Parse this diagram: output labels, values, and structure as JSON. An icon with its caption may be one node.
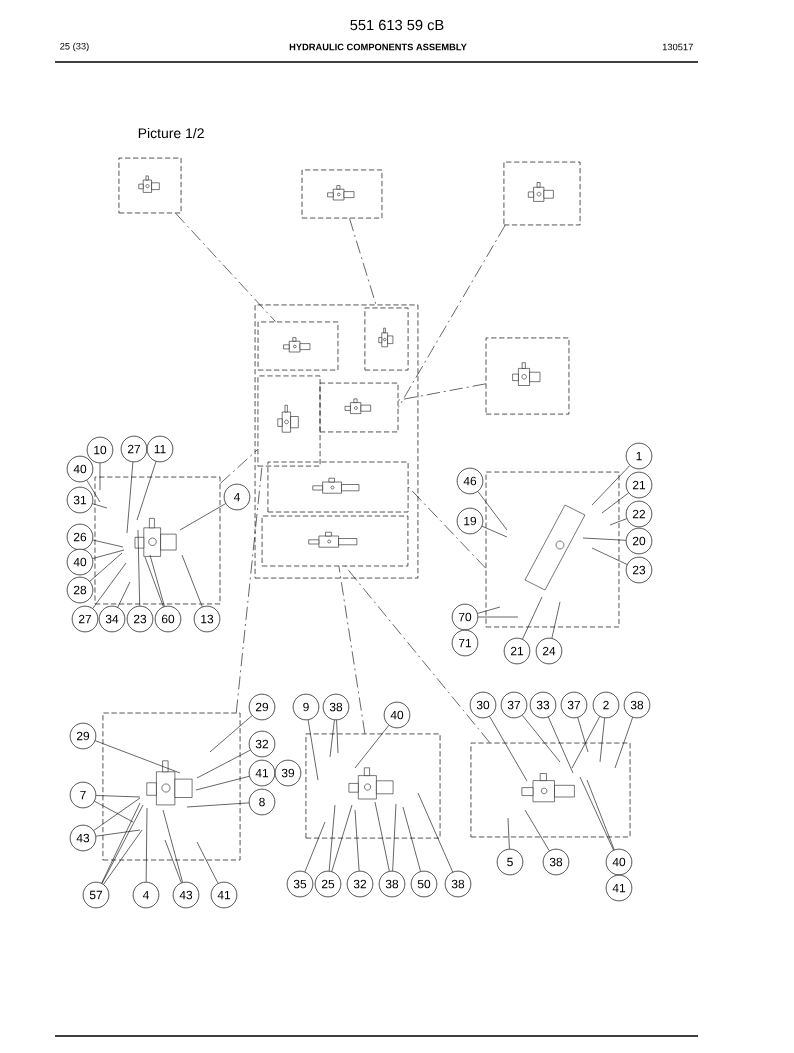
{
  "diagram": {
    "title": "HYDRAULIC COMPONENTS ASSEMBLY",
    "nodes": [
      {
        "text": [],
        "shape": "box"
      },
      {
        "text": [],
        "shape": "box"
      },
      {
        "text": [],
        "shape": "box"
      },
      {
        "text": [],
        "shape": "box"
      },
      {
        "text": [],
        "shape": "box"
      },
      {
        "text": [],
        "shape": "box"
      },
      {
        "text": [],
        "shape": "box"
      },
      {
        "text": [],
        "shape": "box"
      },
      {
        "text": [],
        "shape": "box"
      },
      {
        "text": [],
        "shape": "box"
      },
      {
        "text": [],
        "shape": "box",
        "in": 3
      },
      {
        "text": [],
        "shape": "box",
        "in": 3
      },
      {
        "text": [],
        "shape": "box",
        "in": 3
      },
      {
        "text": [],
        "shape": "box",
        "in": 3
      },
      {
        "text": [],
        "shape": "box",
        "in": 3
      },
      {
        "text": [],
        "shape": "box",
        "in": 3
      },
      {
        "text": [
          "10"
        ]
      },
      {
        "text": [
          "27"
        ]
      },
      {
        "text": [
          "11"
        ]
      },
      {
        "text": [
          "40"
        ]
      },
      {
        "text": [
          "31"
        ]
      },
      {
        "text": [
          "4"
        ]
      },
      {
        "text": [
          "26"
        ]
      },
      {
        "text": [
          "40"
        ]
      },
      {
        "text": [
          "28"
        ]
      },
      {
        "text": [
          "27"
        ]
      },
      {
        "text": [
          "34"
        ]
      },
      {
        "text": [
          "23"
        ]
      },
      {
        "text": [
          "60"
        ]
      },
      {
        "text": [
          "13"
        ]
      },
      {
        "text": [
          "1"
        ]
      },
      {
        "text": [
          "46"
        ]
      },
      {
        "text": [
          "21"
        ]
      },
      {
        "text": [
          "19"
        ]
      },
      {
        "text": [
          "22"
        ]
      },
      {
        "text": [
          "20"
        ]
      },
      {
        "text": [
          "23"
        ]
      },
      {
        "text": [
          "70"
        ]
      },
      {
        "text": [
          "71"
        ]
      },
      {
        "text": [
          "21"
        ]
      },
      {
        "text": [
          "24"
        ]
      },
      {
        "text": [
          "29"
        ]
      },
      {
        "text": [
          "29"
        ]
      },
      {
        "text": [
          "32"
        ]
      },
      {
        "text": [
          "41"
        ]
      },
      {
        "text": [
          "39"
        ]
      },
      {
        "text": [
          "7"
        ]
      },
      {
        "text": [
          "8"
        ]
      },
      {
        "text": [
          "43"
        ]
      },
      {
        "text": [
          "57"
        ]
      },
      {
        "text": [
          "4"
        ]
      },
      {
        "text": [
          "43"
        ]
      },
      {
        "text": [
          "41"
        ]
      },
      {
        "text": [
          "9"
        ]
      },
      {
        "text": [
          "38"
        ]
      },
      {
        "text": [
          "40"
        ]
      },
      {
        "text": [
          "35"
        ]
      },
      {
        "text": [
          "25"
        ]
      },
      {
        "text": [
          "32"
        ]
      },
      {
        "text": [
          "38"
        ]
      },
      {
        "text": [
          "50"
        ]
      },
      {
        "text": [
          "38"
        ]
      },
      {
        "text": [
          "30"
        ]
      },
      {
        "text": [
          "37"
        ]
      },
      {
        "text": [
          "33"
        ]
      },
      {
        "text": [
          "37"
        ]
      },
      {
        "text": [
          "2"
        ]
      },
      {
        "text": [
          "38"
        ]
      },
      {
        "text": [
          "5"
        ]
      },
      {
        "text": [
          "38"
        ]
      },
      {
        "text": [
          "40"
        ]
      },
      {
        "text": [
          "41"
        ]
      }
    ],
    "edges": [
      {
        "from": 0,
        "to": 10,
        "arrow": "none",
        "style": "dashed"
      },
      {
        "from": 1,
        "to": 11,
        "arrow": "none",
        "style": "dashed"
      },
      {
        "from": 2,
        "to": 13,
        "arrow": "none",
        "style": "dashed"
      },
      {
        "from": 4,
        "to": 13,
        "arrow": "none",
        "style": "dashed"
      },
      {
        "from": 5,
        "to": 12,
        "arrow": "none",
        "style": "dashed"
      },
      {
        "from": 6,
        "to": 14,
        "arrow": "none",
        "style": "dashed"
      },
      {
        "from": 7,
        "to": 12,
        "arrow": "none",
        "style": "dashed"
      },
      {
        "from": 8,
        "to": 15,
        "arrow": "none",
        "style": "dashed"
      },
      {
        "from": 9,
        "to": 15,
        "arrow": "none",
        "style": "dashed"
      },
      {
        "from": 16,
        "to": 5,
        "arrow": "none"
      },
      {
        "from": 17,
        "to": 5,
        "arrow": "none"
      },
      {
        "from": 18,
        "to": 5,
        "arrow": "none"
      },
      {
        "from": 19,
        "to": 5,
        "arrow": "none"
      },
      {
        "from": 20,
        "to": 5,
        "arrow": "none"
      },
      {
        "from": 21,
        "to": 5,
        "arrow": "none"
      },
      {
        "from": 22,
        "to": 5,
        "arrow": "none"
      },
      {
        "from": 23,
        "to": 5,
        "arrow": "none"
      },
      {
        "from": 24,
        "to": 5,
        "arrow": "none"
      },
      {
        "from": 25,
        "to": 5,
        "arrow": "none"
      },
      {
        "from": 26,
        "to": 5,
        "arrow": "none"
      },
      {
        "from": 27,
        "to": 5,
        "arrow": "none"
      },
      {
        "from": 28,
        "to": 5,
        "arrow": "none"
      },
      {
        "from": 28,
        "to": 5,
        "arrow": "none"
      },
      {
        "from": 29,
        "to": 5,
        "arrow": "none"
      },
      {
        "from": 30,
        "to": 6,
        "arrow": "none"
      },
      {
        "from": 31,
        "to": 6,
        "arrow": "none"
      },
      {
        "from": 32,
        "to": 6,
        "arrow": "none"
      },
      {
        "from": 33,
        "to": 6,
        "arrow": "none"
      },
      {
        "from": 34,
        "to": 6,
        "arrow": "none"
      },
      {
        "from": 35,
        "to": 6,
        "arrow": "none"
      },
      {
        "from": 36,
        "to": 6,
        "arrow": "none"
      },
      {
        "from": 37,
        "to": 6,
        "arrow": "none"
      },
      {
        "from": 37,
        "to": 6,
        "arrow": "none"
      },
      {
        "from": 39,
        "to": 6,
        "arrow": "none"
      },
      {
        "from": 40,
        "to": 6,
        "arrow": "none"
      },
      {
        "from": 41,
        "to": 7,
        "arrow": "none"
      },
      {
        "from": 42,
        "to": 7,
        "arrow": "none"
      },
      {
        "from": 43,
        "to": 7,
        "arrow": "none"
      },
      {
        "from": 44,
        "to": 7,
        "arrow": "none"
      },
      {
        "from": 46,
        "to": 7,
        "arrow": "none"
      },
      {
        "from": 46,
        "to": 7,
        "arrow": "none"
      },
      {
        "from": 47,
        "to": 7,
        "arrow": "none"
      },
      {
        "from": 48,
        "to": 7,
        "arrow": "none"
      },
      {
        "from": 48,
        "to": 7,
        "arrow": "none"
      },
      {
        "from": 49,
        "to": 7,
        "arrow": "none"
      },
      {
        "from": 49,
        "to": 7,
        "arrow": "none"
      },
      {
        "from": 49,
        "to": 7,
        "arrow": "none"
      },
      {
        "from": 50,
        "to": 7,
        "arrow": "none"
      },
      {
        "from": 51,
        "to": 7,
        "arrow": "none"
      },
      {
        "from": 51,
        "to": 7,
        "arrow": "none"
      },
      {
        "from": 52,
        "to": 7,
        "arrow": "none"
      },
      {
        "from": 53,
        "to": 8,
        "arrow": "none"
      },
      {
        "from": 54,
        "to": 8,
        "arrow": "none"
      },
      {
        "from": 54,
        "to": 8,
        "arrow": "none"
      },
      {
        "from": 55,
        "to": 8,
        "arrow": "none"
      },
      {
        "from": 56,
        "to": 8,
        "arrow": "none"
      },
      {
        "from": 57,
        "to": 8,
        "arrow": "none"
      },
      {
        "from": 57,
        "to": 8,
        "arrow": "none"
      },
      {
        "from": 58,
        "to": 8,
        "arrow": "none"
      },
      {
        "from": 59,
        "to": 8,
        "arrow": "none"
      },
      {
        "from": 59,
        "to": 8,
        "arrow": "none"
      },
      {
        "from": 60,
        "to": 8,
        "arrow": "none"
      },
      {
        "from": 61,
        "to": 8,
        "arrow": "none"
      },
      {
        "from": 62,
        "to": 9,
        "arrow": "none"
      },
      {
        "from": 63,
        "to": 9,
        "arrow": "none"
      },
      {
        "from": 64,
        "to": 9,
        "arrow": "none"
      },
      {
        "from": 65,
        "to": 9,
        "arrow": "none"
      },
      {
        "from": 66,
        "to": 9,
        "arrow": "none"
      },
      {
        "from": 66,
        "to": 9,
        "arrow": "none"
      },
      {
        "from": 67,
        "to": 9,
        "arrow": "none"
      },
      {
        "from": 68,
        "to": 9,
        "arrow": "none"
      },
      {
        "from": 69,
        "to": 9,
        "arrow": "none"
      },
      {
        "from": 70,
        "to": 9,
        "arrow": "none"
      },
      {
        "from": 70,
        "to": 9,
        "arrow": "none"
      }
    ],
    "labels": [
      "551 613 59 cB",
      "25 (33)",
      "130517",
      "Picture 1/2"
    ]
  }
}
